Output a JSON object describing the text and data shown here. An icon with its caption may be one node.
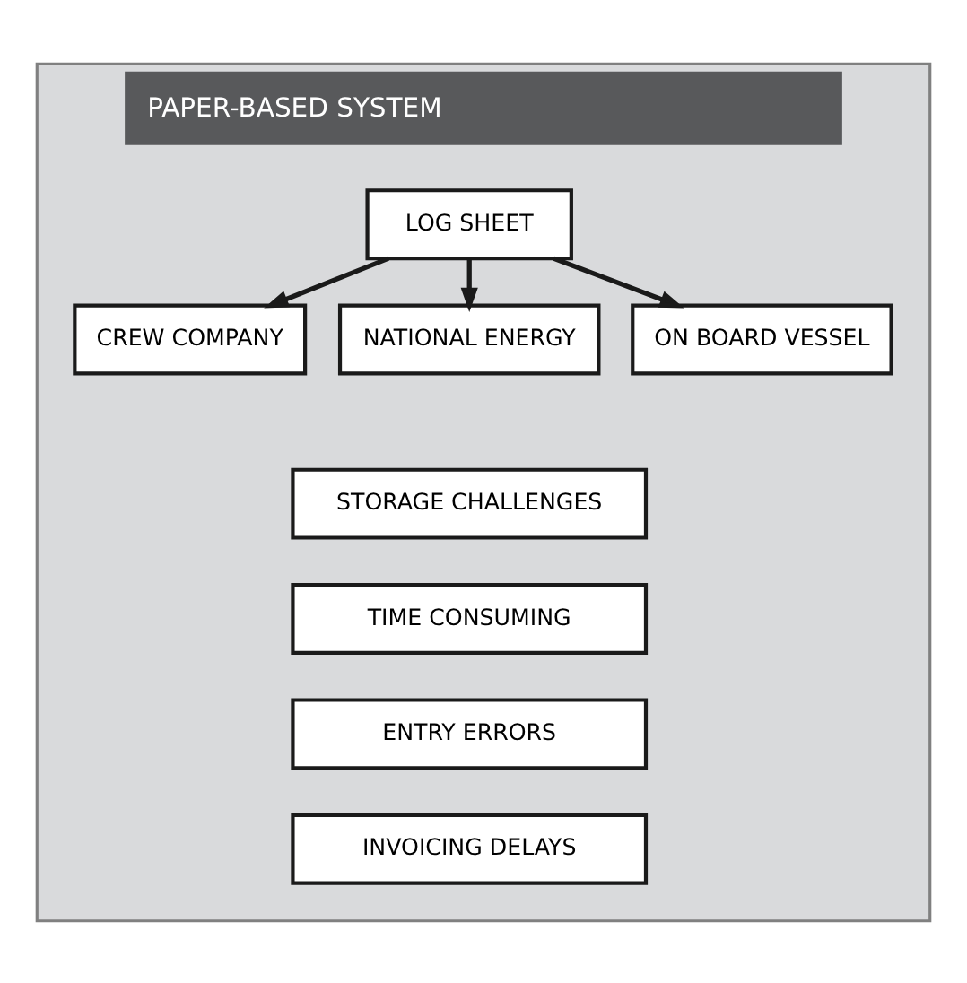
{
  "diagram": {
    "nodes": [
      {
        "text": [
          "PAPER-BASED SYSTEM"
        ]
      },
      {
        "text": [
          "LOG SHEET"
        ],
        "in": 0
      },
      {
        "text": [
          "CREW COMPANY"
        ],
        "in": 0
      },
      {
        "text": [
          "NATIONAL ENERGY"
        ],
        "in": 0
      },
      {
        "text": [
          "ON BOARD VESSEL"
        ],
        "in": 0
      },
      {
        "text": [
          "STORAGE CHALLENGES"
        ],
        "in": 0
      },
      {
        "text": [
          "TIME CONSUMING"
        ],
        "in": 0
      },
      {
        "text": [
          "ENTRY ERRORS"
        ],
        "in": 0
      },
      {
        "text": [
          "INVOICING DELAYS"
        ],
        "in": 0
      }
    ],
    "edges": [
      {
        "from": 1,
        "to": 2,
        "arrow": "to"
      },
      {
        "from": 1,
        "to": 3,
        "arrow": "to"
      },
      {
        "from": 1,
        "to": 4,
        "arrow": "to"
      }
    ]
  }
}
